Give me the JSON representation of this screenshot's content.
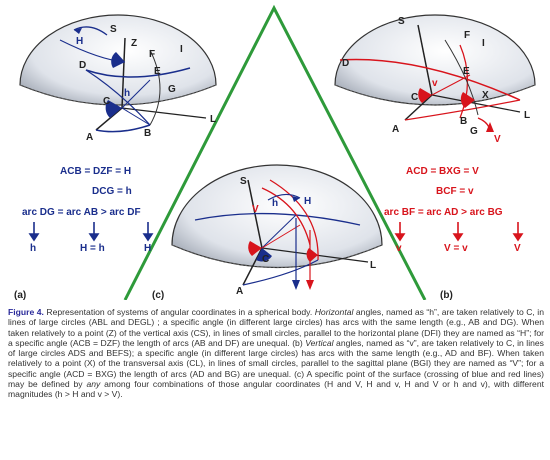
{
  "figure": {
    "panel_labels": {
      "a": "(a)",
      "b": "(b)",
      "c": "(c)"
    },
    "points_a": {
      "S": "S",
      "H": "H",
      "Z": "Z",
      "D": "D",
      "F": "F",
      "I": "I",
      "E": "E",
      "G": "G",
      "h": "h",
      "C": "C",
      "A": "A",
      "L": "L",
      "B": "B"
    },
    "points_b": {
      "S": "S",
      "F": "F",
      "I": "I",
      "D": "D",
      "E": "E",
      "v": "v",
      "C": "C",
      "X": "X",
      "A": "A",
      "L": "L",
      "B": "B",
      "G": "G",
      "V": "V"
    },
    "points_c": {
      "S": "S",
      "V": "V",
      "h": "h",
      "H": "H",
      "C": "C",
      "A": "A",
      "L": "L"
    },
    "equations_a": {
      "line1": "ACB = DZF = H",
      "line2": "DCG = h",
      "line3": "arc DG = arc AB > arc DF",
      "row_left": "h",
      "row_mid": "H = h",
      "row_right": "H"
    },
    "equations_b": {
      "line1": "ACD = BXG = V",
      "line2": "BCF = v",
      "line3": "arc BF = arc AD > arc BG",
      "row_left": "v",
      "row_mid": "V = v",
      "row_right": "V"
    }
  },
  "caption": {
    "label": "Figure 4.",
    "text_1": " Representation of systems of angular coordinates in a spherical body. ",
    "italic_1": "Horizontal",
    "text_2": " angles, named as “h”, are taken relatively to C, in lines of large circles (ABL and DEGL) ; a specific angle (in different large circles) has arcs with the same length (e.g., AB and DG). When taken relatively to a point (Z) of the vertical axis (CS), in lines of small circles, parallel to the horizontal plane (DFI) they are named as “H”; for a specific angle (ACB = DZF) the length of arcs (AB and DF) are unequal. (b) ",
    "italic_2": "Vertical",
    "text_3": " angles, named as “v”, are taken relatively to C, in lines of large circles ADS and BEFS); a specific angle (in different large circles) has arcs with the same length (e.g., AD and BF). When taken relatively to a point (X) of the transversal axis (CL), in lines of small circles, parallel to the sagittal plane (BGI) they are named as “V”; for a specific angle (ACD = BXG) the length of arcs (AD and BG) are unequal. (c) A specific point of the surface (crossing of blue and red lines) may be defined by ",
    "italic_3": "any",
    "text_4": " among four combinations of those angular coordinates (H and V, H and v, H and V or h and v), with different magnitudes (h > H and v > V)."
  },
  "colors": {
    "blue": "#1a2e8c",
    "red": "#d8141c",
    "green": "#2e9a3a",
    "caption_label": "#2a2a9a"
  }
}
